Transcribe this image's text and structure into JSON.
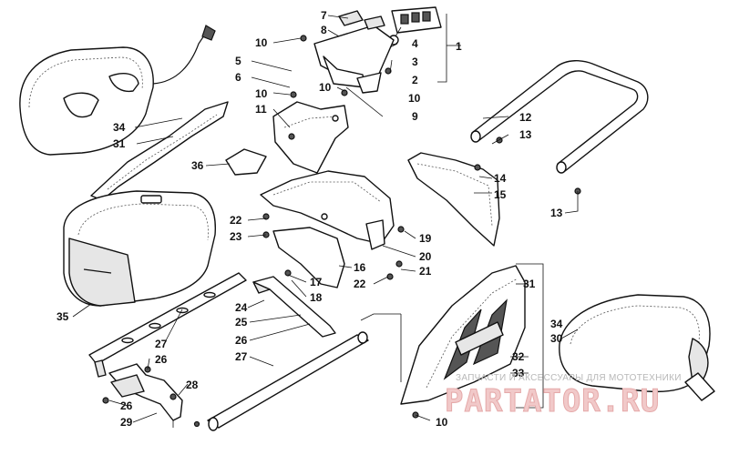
{
  "callouts": {
    "n1": "1",
    "n2": "2",
    "n3": "3",
    "n4": "4",
    "n5": "5",
    "n6": "6",
    "n7": "7",
    "n8": "8",
    "n9": "9",
    "n10a": "10",
    "n10b": "10",
    "n10c": "10",
    "n10d": "10",
    "n10e": "10",
    "n11": "11",
    "n12": "12",
    "n13a": "13",
    "n13b": "13",
    "n14": "14",
    "n15": "15",
    "n16": "16",
    "n17": "17",
    "n18": "18",
    "n19": "19",
    "n20": "20",
    "n21": "21",
    "n22a": "22",
    "n22b": "22",
    "n23": "23",
    "n24": "24",
    "n25": "25",
    "n26a": "26",
    "n26b": "26",
    "n26c": "26",
    "n27a": "27",
    "n27b": "27",
    "n28": "28",
    "n29": "29",
    "n30": "30",
    "n31a": "31",
    "n31b": "31",
    "n32": "32",
    "n33": "33",
    "n34a": "34",
    "n34b": "34",
    "n35": "35",
    "n36": "36"
  },
  "watermark": {
    "caption": "ЗАПЧАСТИ И АКСЕССУАРЫ ДЛЯ МОТОТЕХНИКИ",
    "brand": "PARTATOR.RU"
  }
}
